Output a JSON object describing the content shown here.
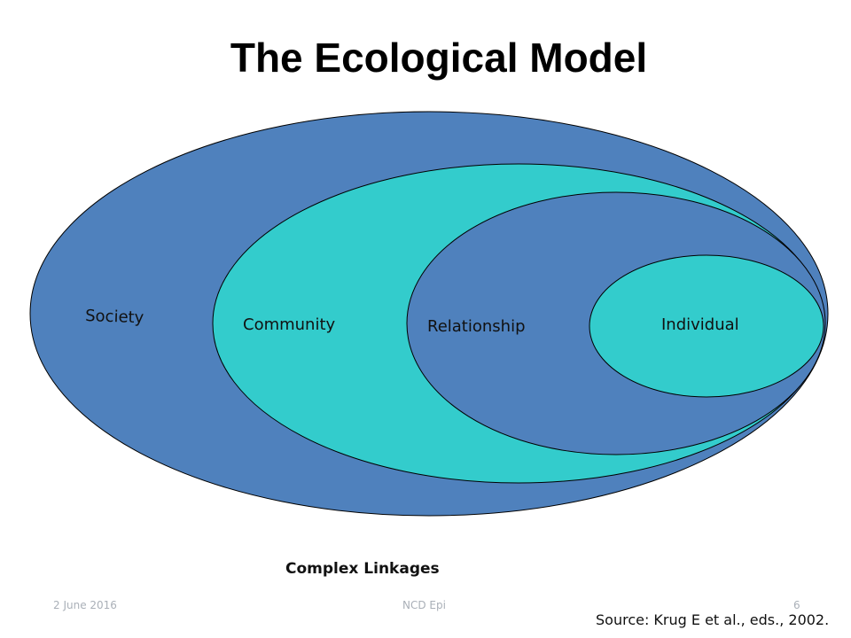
{
  "slide": {
    "title": "The Ecological Model",
    "caption": "Complex Linkages",
    "source": "Source: Krug E et al., eds., 2002."
  },
  "footer": {
    "date": "2 June 2016",
    "center": "NCD Epi",
    "page_number": "6"
  },
  "diagram": {
    "levels": [
      {
        "label": "Society",
        "color": "#4f81bd"
      },
      {
        "label": "Community",
        "color": "#33cccc"
      },
      {
        "label": "Relationship",
        "color": "#4f81bd"
      },
      {
        "label": "Individual",
        "color": "#33cccc"
      }
    ],
    "outline_color": "#000000"
  }
}
